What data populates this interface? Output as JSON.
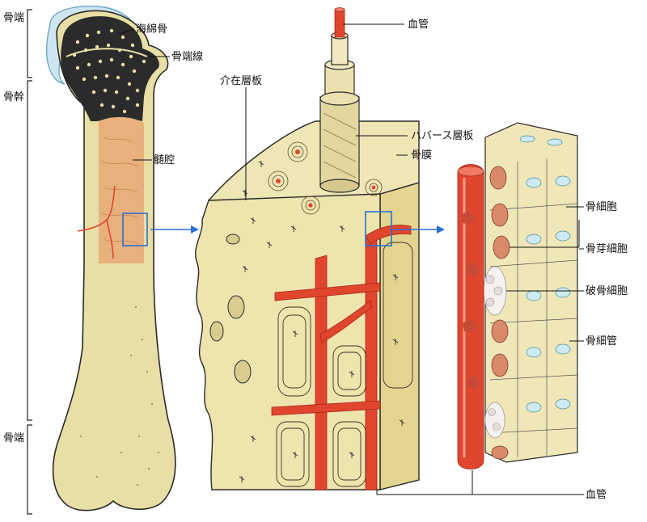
{
  "labels": {
    "epiphysis_top": "骨端",
    "diaphysis": "骨幹",
    "epiphysis_bottom": "骨端",
    "spongy_bone": "海綿骨",
    "epiphyseal_line": "骨端線",
    "marrow_cavity": "髄腔",
    "interstitial_lamellae": "介在層板",
    "blood_vessel_top": "血管",
    "haversian_lamellae": "ハバース層板",
    "periosteum": "骨膜",
    "osteocyte": "骨細胞",
    "osteoblast": "骨芽細胞",
    "osteoclast": "破骨細胞",
    "bone_canaliculi": "骨細管",
    "blood_vessel_bottom": "血管"
  },
  "colors": {
    "bone": "#e8dfa6",
    "blood": "#e0462e",
    "spongy": "#2b2b2b",
    "marrow": "#e7b07d",
    "cartilage": "#cfe6f2",
    "arrow": "#2a6fd6"
  }
}
